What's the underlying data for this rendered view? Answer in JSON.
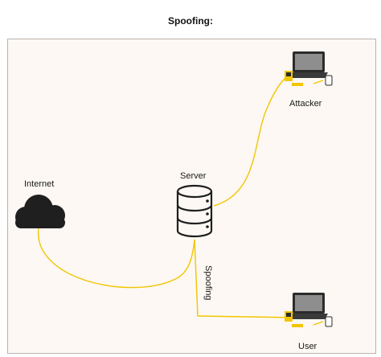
{
  "title": "Spoofing:",
  "nodes": {
    "internet": {
      "label": "Internet",
      "icon": "cloud-icon"
    },
    "server": {
      "label": "Server",
      "icon": "database-server-icon"
    },
    "attacker": {
      "label": "Attacker",
      "icon": "laptop-workstation-icon"
    },
    "user": {
      "label": "User",
      "icon": "laptop-workstation-icon"
    }
  },
  "edges": {
    "spoofing_label": "Spoofing"
  },
  "colors": {
    "connection": "#f2c500",
    "background": "#fdf8f3",
    "icon_dark": "#1f1f1f"
  }
}
